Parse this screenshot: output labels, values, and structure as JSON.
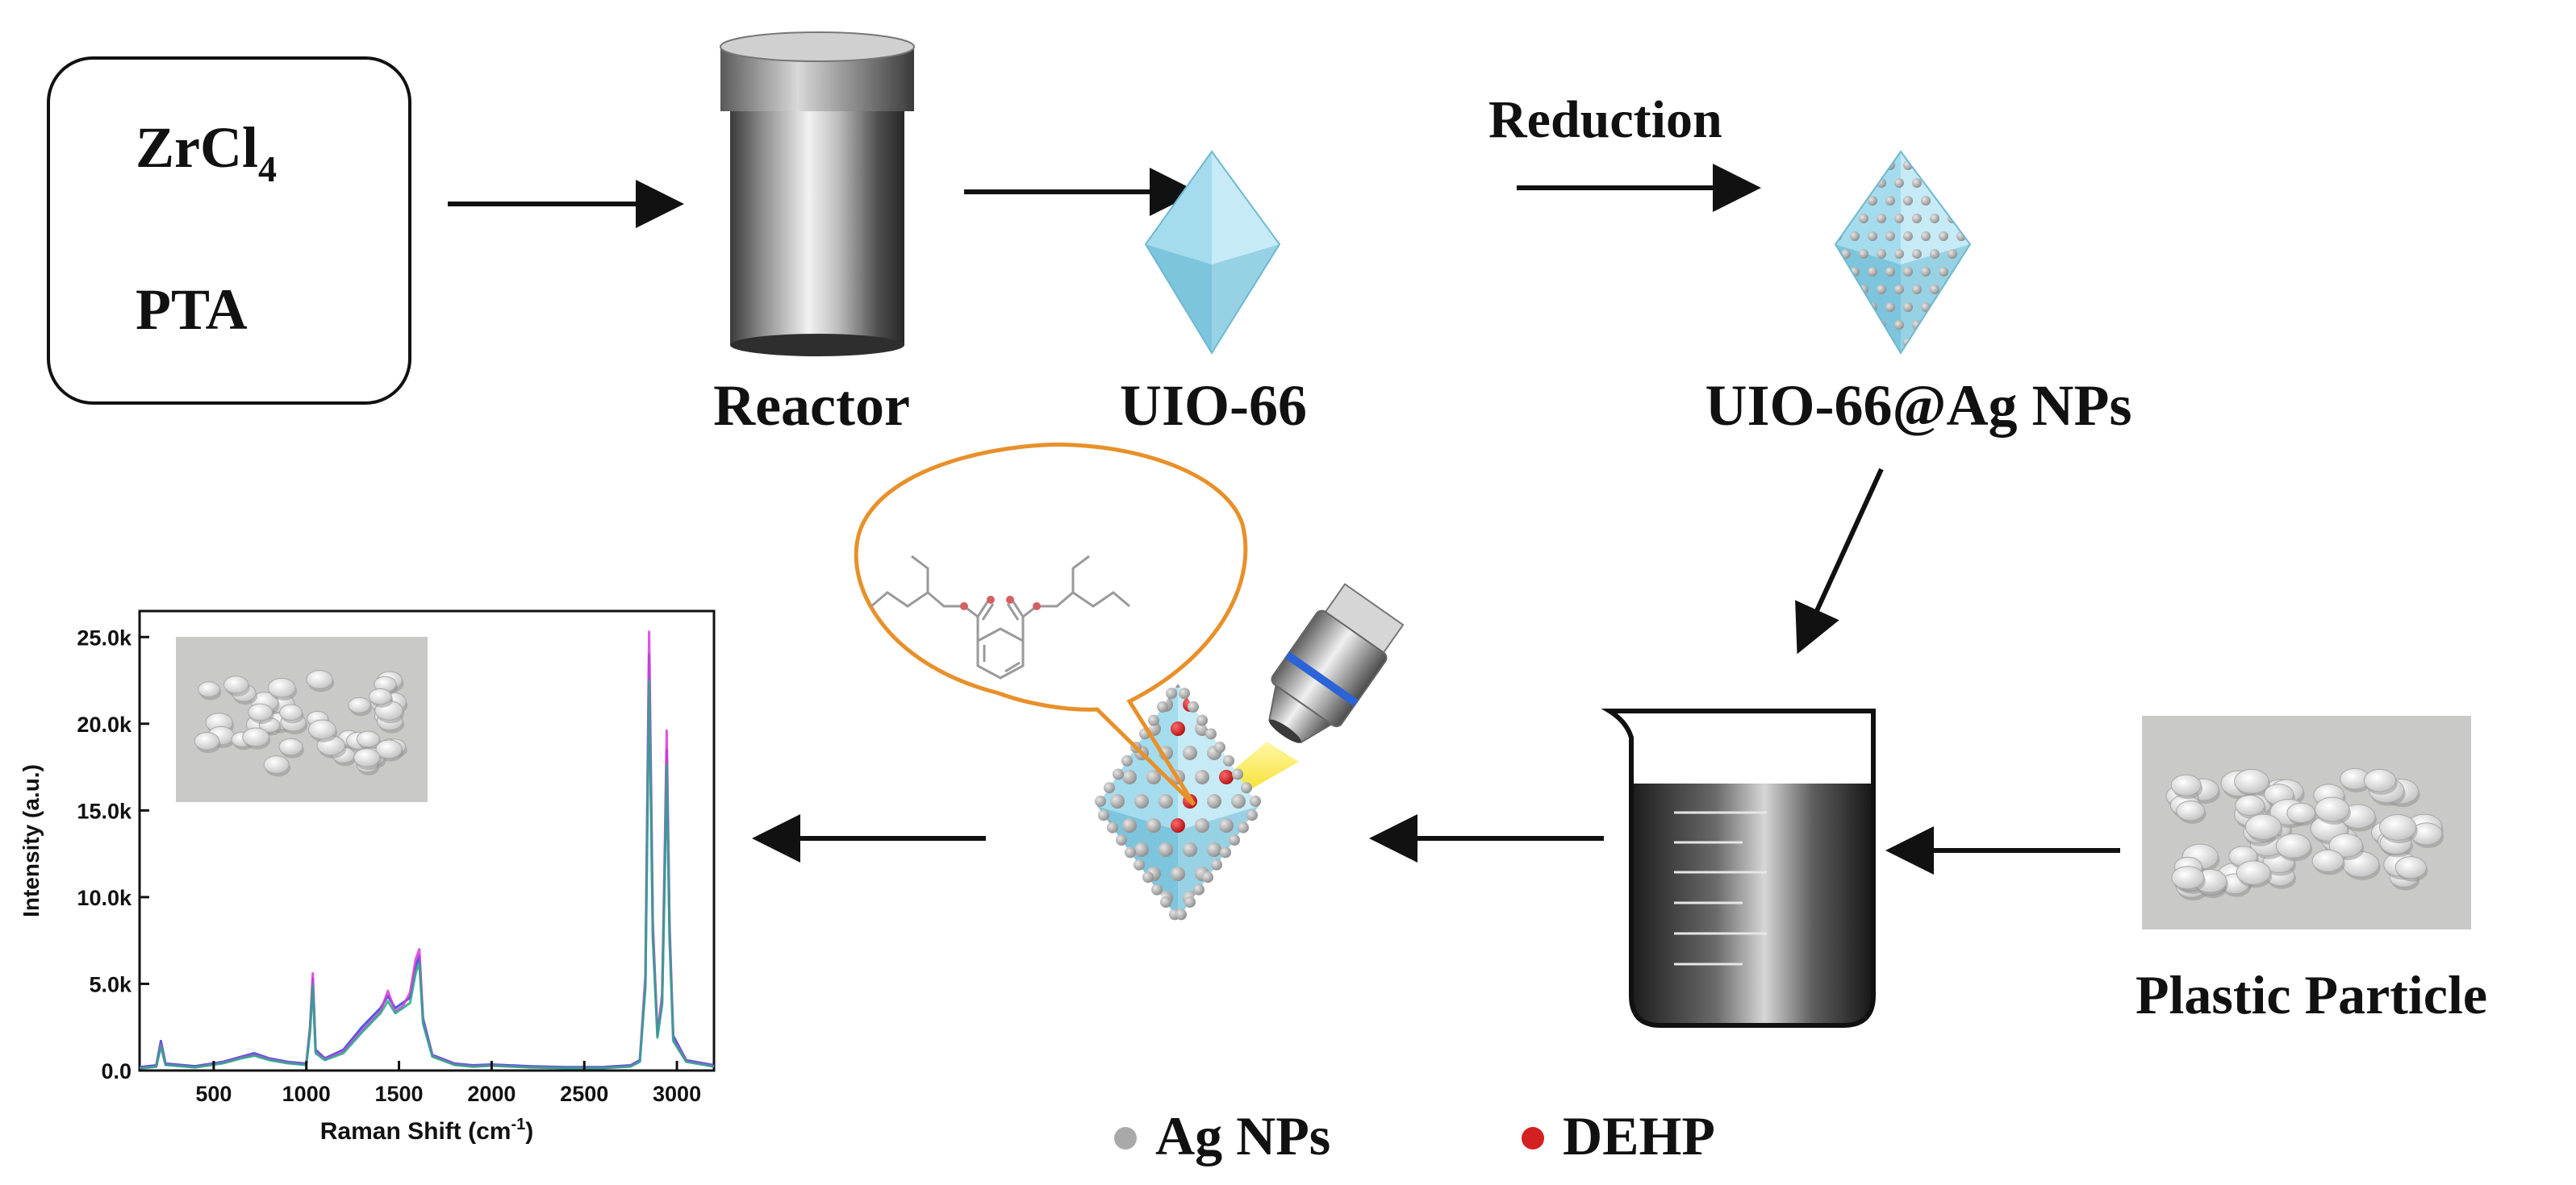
{
  "labels": {
    "zrcl_base": "ZrCl",
    "zrcl_sub": "4",
    "pta": "PTA",
    "reactor": "Reactor",
    "uio66": "UIO-66",
    "reduction": "Reduction",
    "uio66_ag": "UIO-66@Ag NPs",
    "plastic_particle": "Plastic Particle"
  },
  "legend": {
    "ag_label": "Ag NPs",
    "dehp_label": "DEHP",
    "ag_color": "#a9a9a9",
    "dehp_color": "#d42020"
  },
  "colors": {
    "octahedron": "#9fd8ea",
    "callout": "#e8902a",
    "beam": "#f4e21a",
    "spectrum_blue": "#2a3fd6",
    "spectrum_magenta": "#d83ad8",
    "spectrum_teal": "#28a88a"
  },
  "icons": {
    "reactor": "cylinder-reactor-icon",
    "objective": "microscope-objective-icon",
    "beaker": "beaker-icon",
    "molecule": "dehp-structure-icon",
    "pellets": "plastic-pellets-photo"
  },
  "chart_data": {
    "type": "line",
    "title": "",
    "xlabel_base": "Raman Shift (cm",
    "xlabel_sup": "-1",
    "xlabel_end": ")",
    "ylabel": "Intensity (a.u.)",
    "xlim": [
      100,
      3200
    ],
    "ylim": [
      0,
      26500
    ],
    "x_ticks": [
      500,
      1000,
      1500,
      2000,
      2500,
      3000
    ],
    "x_tick_labels": [
      "500",
      "1000",
      "1500",
      "2000",
      "2500",
      "3000"
    ],
    "y_ticks": [
      0,
      5000,
      10000,
      15000,
      20000,
      25000
    ],
    "y_tick_labels": [
      "0.0",
      "5.0k",
      "10.0k",
      "15.0k",
      "20.0k",
      "25.0k"
    ],
    "series": [
      {
        "color": "#2a3fd6",
        "points": [
          [
            100,
            200
          ],
          [
            190,
            300
          ],
          [
            215,
            1700
          ],
          [
            240,
            400
          ],
          [
            400,
            250
          ],
          [
            550,
            500
          ],
          [
            650,
            800
          ],
          [
            720,
            1000
          ],
          [
            800,
            700
          ],
          [
            900,
            500
          ],
          [
            1000,
            400
          ],
          [
            1020,
            2500
          ],
          [
            1035,
            5300
          ],
          [
            1050,
            1200
          ],
          [
            1100,
            700
          ],
          [
            1200,
            1200
          ],
          [
            1300,
            2500
          ],
          [
            1400,
            3600
          ],
          [
            1440,
            4300
          ],
          [
            1480,
            3600
          ],
          [
            1520,
            3900
          ],
          [
            1560,
            4200
          ],
          [
            1590,
            6000
          ],
          [
            1610,
            6600
          ],
          [
            1630,
            3000
          ],
          [
            1680,
            900
          ],
          [
            1800,
            400
          ],
          [
            1900,
            300
          ],
          [
            2000,
            350
          ],
          [
            2200,
            250
          ],
          [
            2400,
            200
          ],
          [
            2600,
            200
          ],
          [
            2750,
            300
          ],
          [
            2800,
            600
          ],
          [
            2830,
            5000
          ],
          [
            2850,
            24000
          ],
          [
            2870,
            8000
          ],
          [
            2895,
            2200
          ],
          [
            2920,
            4000
          ],
          [
            2935,
            12000
          ],
          [
            2945,
            18500
          ],
          [
            2960,
            8000
          ],
          [
            2980,
            2000
          ],
          [
            3050,
            600
          ],
          [
            3200,
            300
          ]
        ]
      },
      {
        "color": "#d83ad8",
        "points": [
          [
            100,
            150
          ],
          [
            190,
            250
          ],
          [
            215,
            1500
          ],
          [
            240,
            350
          ],
          [
            400,
            200
          ],
          [
            550,
            450
          ],
          [
            650,
            750
          ],
          [
            720,
            900
          ],
          [
            800,
            650
          ],
          [
            900,
            450
          ],
          [
            1000,
            350
          ],
          [
            1020,
            2400
          ],
          [
            1035,
            5600
          ],
          [
            1050,
            1100
          ],
          [
            1100,
            650
          ],
          [
            1200,
            1100
          ],
          [
            1300,
            2300
          ],
          [
            1400,
            3400
          ],
          [
            1440,
            4600
          ],
          [
            1480,
            3400
          ],
          [
            1520,
            3700
          ],
          [
            1560,
            4500
          ],
          [
            1590,
            6400
          ],
          [
            1610,
            7000
          ],
          [
            1630,
            2800
          ],
          [
            1680,
            850
          ],
          [
            1800,
            350
          ],
          [
            1900,
            250
          ],
          [
            2000,
            300
          ],
          [
            2200,
            200
          ],
          [
            2400,
            150
          ],
          [
            2600,
            150
          ],
          [
            2750,
            250
          ],
          [
            2800,
            550
          ],
          [
            2830,
            5500
          ],
          [
            2850,
            25300
          ],
          [
            2870,
            8500
          ],
          [
            2895,
            2000
          ],
          [
            2920,
            4400
          ],
          [
            2935,
            13000
          ],
          [
            2945,
            19600
          ],
          [
            2960,
            8500
          ],
          [
            2980,
            1800
          ],
          [
            3050,
            550
          ],
          [
            3200,
            250
          ]
        ]
      },
      {
        "color": "#28a88a",
        "points": [
          [
            100,
            120
          ],
          [
            190,
            220
          ],
          [
            215,
            1400
          ],
          [
            240,
            320
          ],
          [
            400,
            180
          ],
          [
            550,
            420
          ],
          [
            650,
            700
          ],
          [
            720,
            850
          ],
          [
            800,
            600
          ],
          [
            900,
            420
          ],
          [
            1000,
            320
          ],
          [
            1020,
            2200
          ],
          [
            1035,
            4900
          ],
          [
            1050,
            1000
          ],
          [
            1100,
            600
          ],
          [
            1200,
            1000
          ],
          [
            1300,
            2200
          ],
          [
            1400,
            3300
          ],
          [
            1440,
            4000
          ],
          [
            1480,
            3300
          ],
          [
            1520,
            3600
          ],
          [
            1560,
            3900
          ],
          [
            1590,
            5600
          ],
          [
            1610,
            6200
          ],
          [
            1630,
            2700
          ],
          [
            1680,
            800
          ],
          [
            1800,
            320
          ],
          [
            1900,
            220
          ],
          [
            2000,
            280
          ],
          [
            2200,
            180
          ],
          [
            2400,
            140
          ],
          [
            2600,
            140
          ],
          [
            2750,
            230
          ],
          [
            2800,
            500
          ],
          [
            2830,
            4800
          ],
          [
            2850,
            22500
          ],
          [
            2870,
            7600
          ],
          [
            2895,
            1900
          ],
          [
            2920,
            3800
          ],
          [
            2935,
            11500
          ],
          [
            2945,
            17600
          ],
          [
            2960,
            7600
          ],
          [
            2980,
            1700
          ],
          [
            3050,
            500
          ],
          [
            3200,
            230
          ]
        ]
      }
    ]
  }
}
